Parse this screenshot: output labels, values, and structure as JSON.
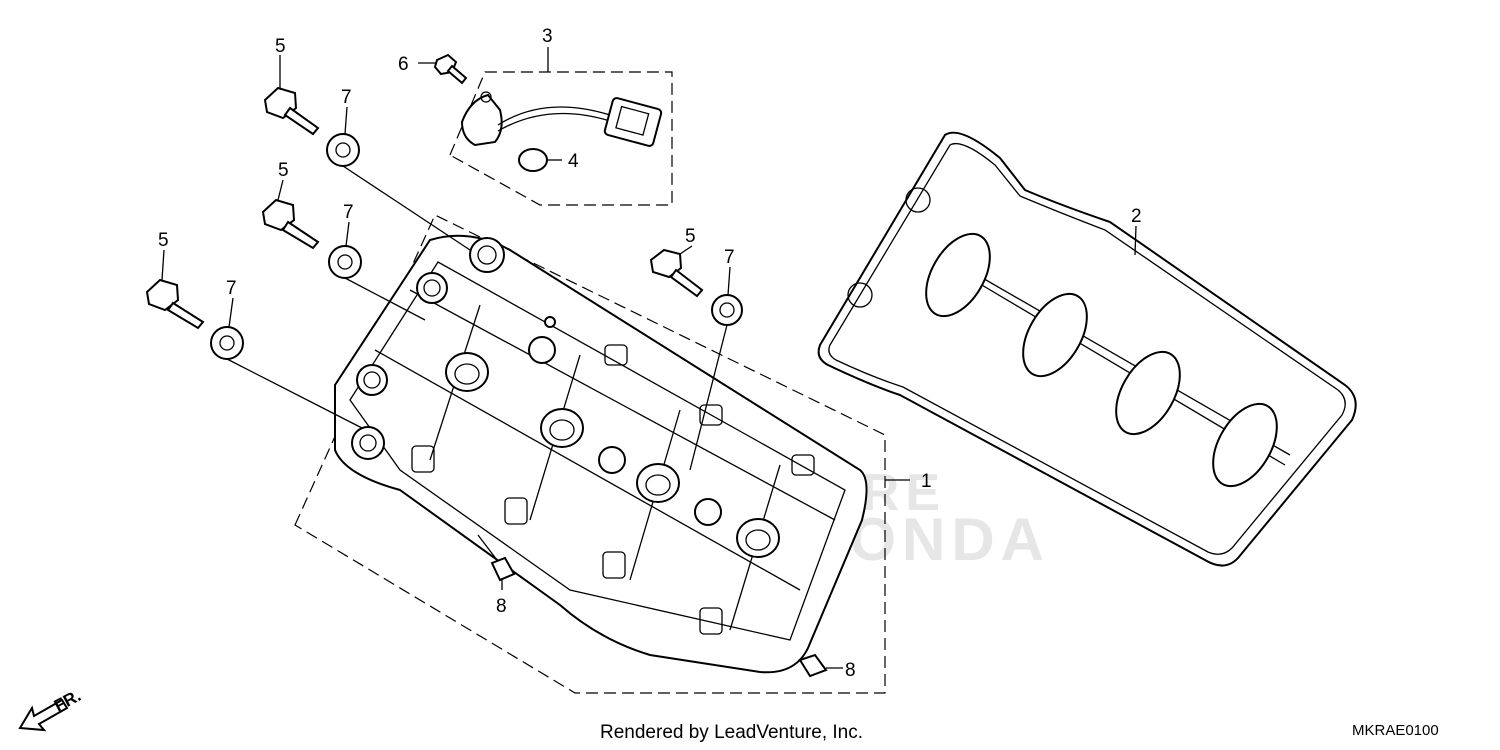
{
  "diagram": {
    "callouts": {
      "p1": "1",
      "p2": "2",
      "p3": "3",
      "p4": "4",
      "p5a": "5",
      "p5b": "5",
      "p5c": "5",
      "p5d": "5",
      "p6": "6",
      "p7a": "7",
      "p7b": "7",
      "p7c": "7",
      "p7d": "7",
      "p8a": "8",
      "p8b": "8"
    },
    "front_marker": "FR.",
    "footer_text": "Rendered by LeadVenture, Inc.",
    "diagram_code": "MKRAE0100",
    "watermark": {
      "line1": "LEADVENTURE",
      "line2": "HONDA"
    }
  }
}
